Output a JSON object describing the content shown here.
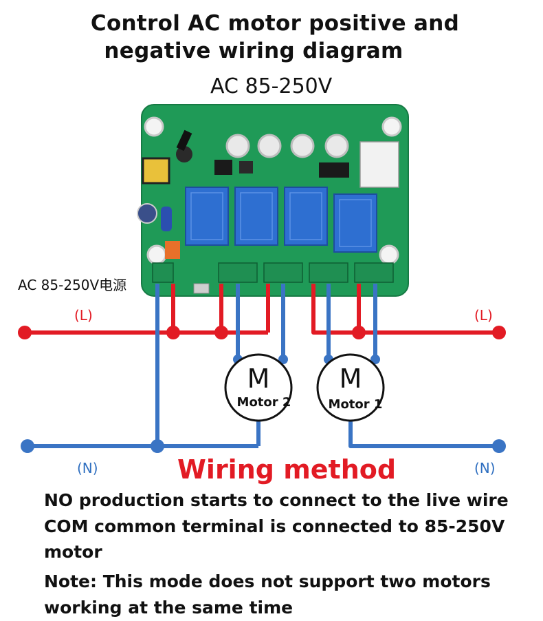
{
  "title_line1": "Control AC motor positive and",
  "title_line2": "negative wiring diagram",
  "voltage_label": "AC  85-250V",
  "board_power_label": "AC 85-250V电源",
  "live_left_label": "(L)",
  "live_right_label": "(L)",
  "neutral_left_label": "(N)",
  "neutral_right_label": "(N)",
  "motor2": {
    "letter": "M",
    "name": "Motor 2"
  },
  "motor1": {
    "letter": "M",
    "name": "Motor 1"
  },
  "method_heading": "Wiring method",
  "note_line1": "NO production starts to connect to the live wire",
  "note_line2": "COM common terminal is connected to 85-250V motor",
  "note_line3": "Note: This mode does not support two motors working at the same time",
  "colors": {
    "live": "#e21b24",
    "neutral": "#3a74c4",
    "pcb": "#1f9a57",
    "relay": "#2e6fd1",
    "terminal": "#1f8f52"
  }
}
